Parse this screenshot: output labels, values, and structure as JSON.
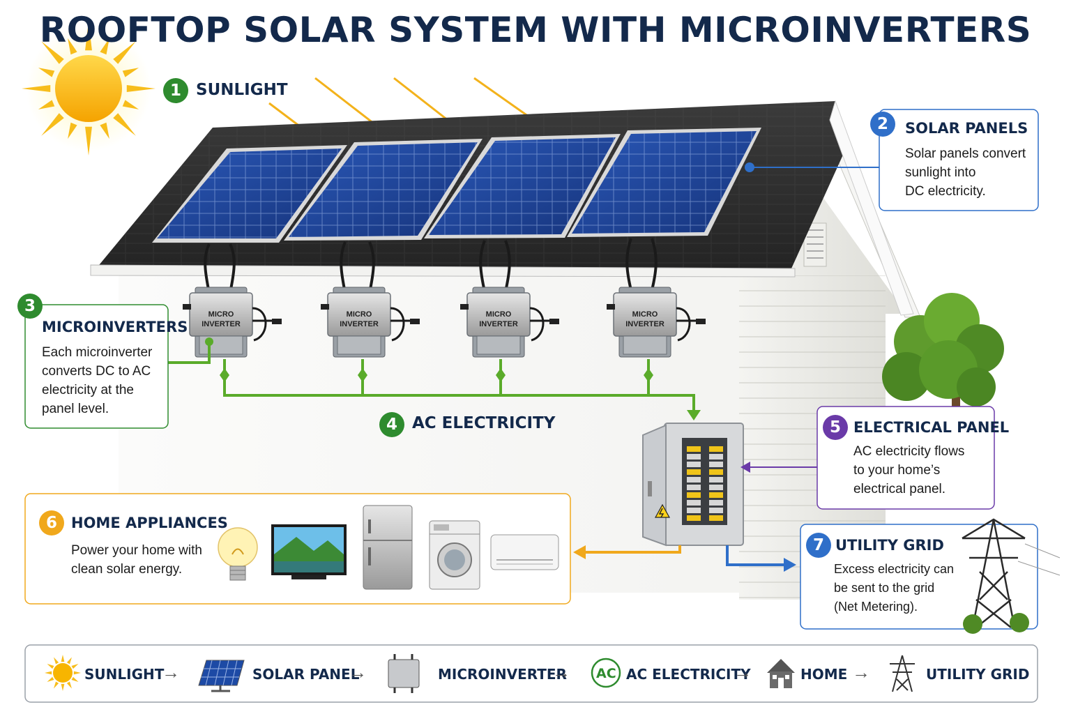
{
  "title": "ROOFTOP SOLAR SYSTEM WITH MICROINVERTERS",
  "steps": {
    "sunlight": {
      "num": "1",
      "label": "SUNLIGHT"
    },
    "panels": {
      "num": "2",
      "label": "SOLAR PANELS",
      "text": [
        "Solar panels convert",
        "sunlight into",
        "DC electricity."
      ]
    },
    "micro": {
      "num": "3",
      "label": "MICROINVERTERS",
      "text": [
        "Each microinverter",
        "converts DC to AC",
        "electricity at the",
        "panel level."
      ]
    },
    "ac": {
      "num": "4",
      "label": "AC ELECTRICITY"
    },
    "epanel": {
      "num": "5",
      "label": "ELECTRICAL PANEL",
      "text": [
        "AC electricity flows",
        "to your home’s",
        "electrical panel."
      ]
    },
    "appliances": {
      "num": "6",
      "label": "HOME APPLIANCES",
      "text": [
        "Power your home with",
        "clean solar energy."
      ]
    },
    "grid": {
      "num": "7",
      "label": "UTILITY GRID",
      "text": [
        "Excess electricity can",
        "be sent to the grid",
        "(Net Metering)."
      ]
    }
  },
  "microinverter_label": [
    "MICRO",
    "INVERTER"
  ],
  "flow": {
    "items": [
      "SUNLIGHT",
      "SOLAR PANEL",
      "MICROINVERTER",
      "AC ELECTRICITY",
      "HOME",
      "UTILITY GRID"
    ],
    "ac_badge": "AC",
    "arrow": "→"
  },
  "colors": {
    "green": "#2e8b2e",
    "blue": "#2f6fc9",
    "purple": "#6a3aa8",
    "orange": "#f0a81c",
    "navy": "#13294b",
    "ac_line": "#5aab2a",
    "panel_blue": "#1b3f8f"
  },
  "icons": [
    "sun-icon",
    "solar-panel-icon",
    "microinverter-icon",
    "home-icon",
    "transmission-tower-icon",
    "light-bulb-icon",
    "tv-icon",
    "refrigerator-icon",
    "washing-machine-icon",
    "air-conditioner-icon",
    "tree-icon",
    "electrical-panel-icon"
  ]
}
